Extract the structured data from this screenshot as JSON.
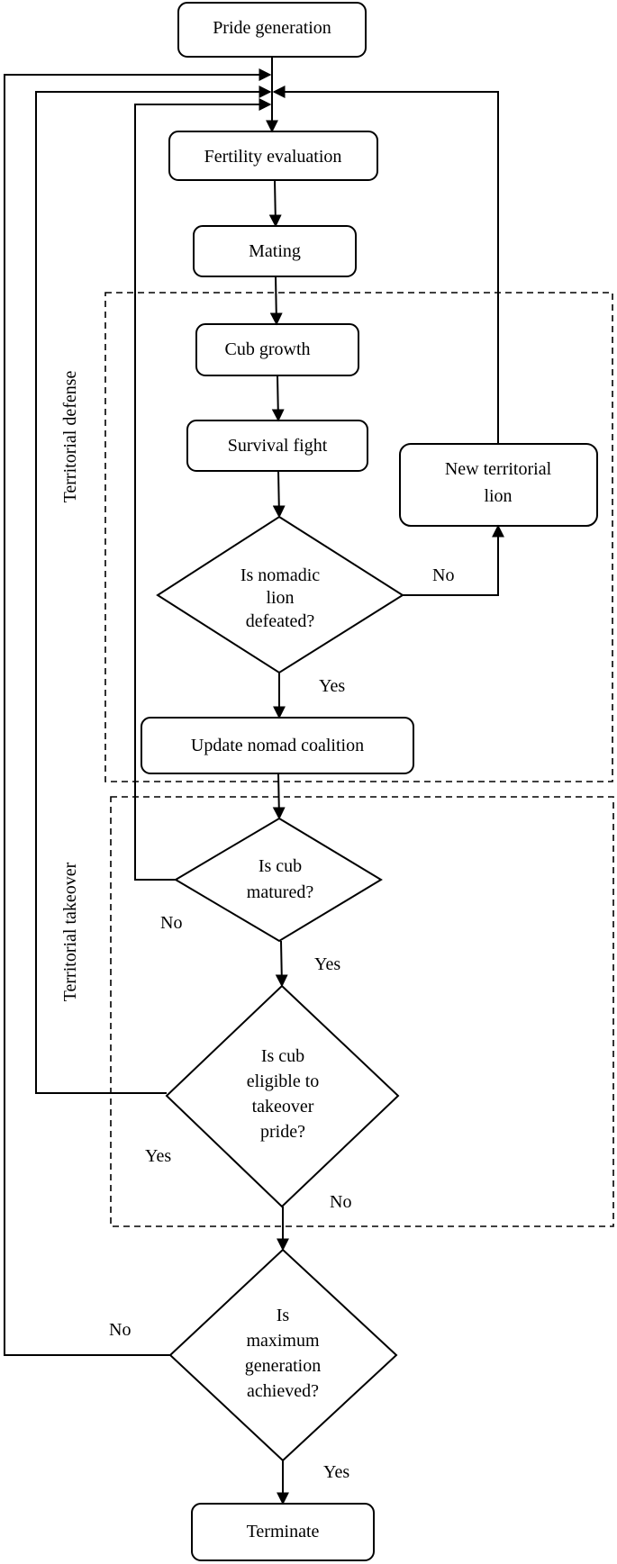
{
  "regions": {
    "territorial_defense": "Territorial defense",
    "territorial_takeover": "Territorial takeover"
  },
  "nodes": {
    "pride_generation": "Pride generation",
    "fertility_evaluation": "Fertility evaluation",
    "mating": "Mating",
    "cub_growth": "Cub growth",
    "survival_fight": "Survival fight",
    "new_territorial_lion": [
      "New territorial",
      "lion"
    ],
    "is_nomadic_lion_defeated": [
      "Is nomadic",
      "lion",
      "defeated?"
    ],
    "update_nomad_coalition": "Update nomad coalition",
    "is_cub_matured": [
      "Is cub",
      "matured?"
    ],
    "is_cub_eligible": [
      "Is cub",
      "eligible to",
      "takeover",
      "pride?"
    ],
    "is_max_generation": [
      "Is",
      "maximum",
      "generation",
      "achieved?"
    ],
    "terminate": "Terminate"
  },
  "edge_labels": {
    "nomadic_no": "No",
    "nomadic_yes": "Yes",
    "matured_no": "No",
    "matured_yes": "Yes",
    "eligible_yes": "Yes",
    "eligible_no": "No",
    "max_no": "No",
    "max_yes": "Yes"
  },
  "colors": {
    "stroke": "#000000",
    "fill": "#ffffff"
  }
}
